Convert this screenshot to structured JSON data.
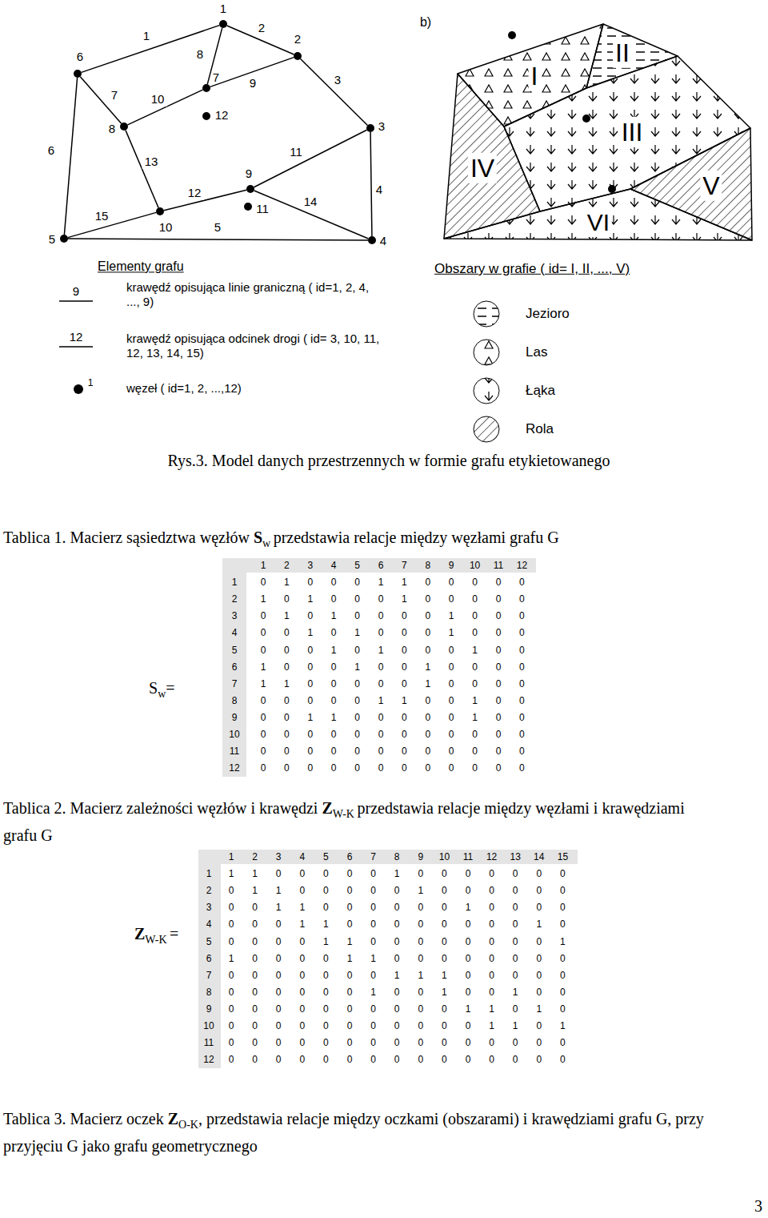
{
  "diagram": {
    "caption": "Rys.3. Model danych przestrzennych w formie grafu etykietowanego",
    "nodes": [
      {
        "text": [
          "1"
        ]
      },
      {
        "text": [
          "2"
        ]
      },
      {
        "text": [
          "3"
        ]
      },
      {
        "text": [
          "4"
        ]
      },
      {
        "text": [
          "5"
        ]
      },
      {
        "text": [
          "6"
        ]
      },
      {
        "text": [
          "7"
        ]
      },
      {
        "text": [
          "8"
        ]
      },
      {
        "text": [
          "9"
        ]
      },
      {
        "text": [
          "10"
        ]
      },
      {
        "text": [
          "11"
        ]
      },
      {
        "text": [
          "12"
        ]
      }
    ],
    "edges": [
      {
        "from": 0,
        "to": 5,
        "arrow": "none",
        "label": "1"
      },
      {
        "from": 0,
        "to": 1,
        "arrow": "none",
        "label": "2"
      },
      {
        "from": 1,
        "to": 2,
        "arrow": "none",
        "label": "3"
      },
      {
        "from": 2,
        "to": 3,
        "arrow": "none",
        "label": "4"
      },
      {
        "from": 3,
        "to": 4,
        "arrow": "none",
        "label": "5"
      },
      {
        "from": 4,
        "to": 5,
        "arrow": "none",
        "label": "6"
      },
      {
        "from": 5,
        "to": 7,
        "arrow": "none",
        "label": "7"
      },
      {
        "from": 0,
        "to": 6,
        "arrow": "none",
        "label": "8"
      },
      {
        "from": 1,
        "to": 6,
        "arrow": "none",
        "label": "9"
      },
      {
        "from": 6,
        "to": 7,
        "arrow": "none",
        "label": "10"
      },
      {
        "from": 2,
        "to": 8,
        "arrow": "none",
        "label": "11"
      },
      {
        "from": 8,
        "to": 9,
        "arrow": "none",
        "label": "12"
      },
      {
        "from": 7,
        "to": 9,
        "arrow": "none",
        "label": "13"
      },
      {
        "from": 3,
        "to": 8,
        "arrow": "none",
        "label": "14"
      },
      {
        "from": 4,
        "to": 9,
        "arrow": "none",
        "label": "15"
      }
    ],
    "labels": [
      "b)",
      "I",
      "II",
      "III",
      "IV",
      "V",
      "VI",
      "Elementy grafu",
      "9",
      "12",
      "1",
      "Obszary w grafie ( id= I, II, ..., V)",
      "Tablica 1. Macierz sąsiedztwa węzłów",
      "S",
      "w",
      "przedstawia relacje między węzłami grafu G",
      "S",
      "w",
      "=",
      "Tablica 2. Macierz zależności węzłów i krawędzi",
      "Z",
      "W-K",
      "przedstawia relacje między węzłami i krawędziami grafu G",
      "Z",
      "W-K",
      "=",
      "Tablica 3. Macierz oczek",
      "Z",
      "O-K",
      ", przedstawia relacje między oczkami (obszarami) i krawędziami grafu G, przy przyjęciu G jako grafu geometrycznego",
      "3",
      "1",
      "2",
      "3",
      "4",
      "5",
      "6",
      "7",
      "8",
      "9",
      "10",
      "11",
      "12",
      "1",
      "0",
      "1",
      "0",
      "0",
      "0",
      "1",
      "1",
      "0",
      "0",
      "0",
      "0",
      "0",
      "2",
      "1",
      "0",
      "1",
      "0",
      "0",
      "0",
      "1",
      "0",
      "0",
      "0",
      "0",
      "0",
      "3",
      "0",
      "1",
      "0",
      "1",
      "0",
      "0",
      "0",
      "0",
      "1",
      "0",
      "0",
      "0",
      "4",
      "0",
      "0",
      "1",
      "0",
      "1",
      "0",
      "0",
      "0",
      "1",
      "0",
      "0",
      "0",
      "5",
      "0",
      "0",
      "0",
      "1",
      "0",
      "1",
      "0",
      "0",
      "0",
      "1",
      "0",
      "0",
      "6",
      "1",
      "0",
      "0",
      "0",
      "1",
      "0",
      "0",
      "1",
      "0",
      "0",
      "0",
      "0",
      "7",
      "1",
      "1",
      "0",
      "0",
      "0",
      "0",
      "0",
      "1",
      "0",
      "0",
      "0",
      "0",
      "8",
      "0",
      "0",
      "0",
      "0",
      "0",
      "1",
      "1",
      "0",
      "0",
      "1",
      "0",
      "0",
      "9",
      "0",
      "0",
      "1",
      "1",
      "0",
      "0",
      "0",
      "0",
      "0",
      "1",
      "0",
      "0",
      "10",
      "0",
      "0",
      "0",
      "0",
      "0",
      "0",
      "0",
      "0",
      "0",
      "0",
      "0",
      "0",
      "11",
      "0",
      "0",
      "0",
      "0",
      "0",
      "0",
      "0",
      "0",
      "0",
      "0",
      "0",
      "0",
      "12",
      "0",
      "0",
      "0",
      "0",
      "0",
      "0",
      "0",
      "0",
      "0",
      "0",
      "0",
      "0",
      "1",
      "2",
      "3",
      "4",
      "5",
      "6",
      "7",
      "8",
      "9",
      "10",
      "11",
      "12",
      "13",
      "14",
      "15",
      "1",
      "1",
      "1",
      "0",
      "0",
      "0",
      "0",
      "0",
      "1",
      "0",
      "0",
      "0",
      "0",
      "0",
      "0",
      "0",
      "2",
      "0",
      "1",
      "1",
      "0",
      "0",
      "0",
      "0",
      "0",
      "1",
      "0",
      "0",
      "0",
      "0",
      "0",
      "0",
      "3",
      "0",
      "0",
      "1",
      "1",
      "0",
      "0",
      "0",
      "0",
      "0",
      "0",
      "1",
      "0",
      "0",
      "0",
      "0",
      "4",
      "0",
      "0",
      "0",
      "1",
      "1",
      "0",
      "0",
      "0",
      "0",
      "0",
      "0",
      "0",
      "0",
      "1",
      "0",
      "5",
      "0",
      "0",
      "0",
      "0",
      "1",
      "1",
      "0",
      "0",
      "0",
      "0",
      "0",
      "0",
      "0",
      "0",
      "1",
      "6",
      "1",
      "0",
      "0",
      "0",
      "0",
      "1",
      "1",
      "0",
      "0",
      "0",
      "0",
      "0",
      "0",
      "0",
      "0",
      "7",
      "0",
      "0",
      "0",
      "0",
      "0",
      "0",
      "0",
      "1",
      "1",
      "1",
      "0",
      "0",
      "0",
      "0",
      "0",
      "8",
      "0",
      "0",
      "0",
      "0",
      "0",
      "0",
      "1",
      "0",
      "0",
      "1",
      "0",
      "0",
      "1",
      "0",
      "0",
      "9",
      "0",
      "0",
      "0",
      "0",
      "0",
      "0",
      "0",
      "0",
      "0",
      "0",
      "1",
      "1",
      "0",
      "1",
      "0",
      "10",
      "0",
      "0",
      "0",
      "0",
      "0",
      "0",
      "0",
      "0",
      "0",
      "0",
      "0",
      "1",
      "1",
      "0",
      "1",
      "11",
      "0",
      "0",
      "0",
      "0",
      "0",
      "0",
      "0",
      "0",
      "0",
      "0",
      "0",
      "0",
      "0",
      "0",
      "0",
      "12",
      "0",
      "0",
      "0",
      "0",
      "0",
      "0",
      "0",
      "0",
      "0",
      "0",
      "0",
      "0",
      "0",
      "0",
      "0"
    ],
    "legend": [
      {
        "text": "krawędź opisująca linie graniczną ( id=1, 2, 4, ..., 9)"
      },
      {
        "text": "krawędź opisująca odcinek drogi ( id= 3, 10, 11, 12, 13, 14, 15)"
      },
      {
        "text": "węzeł ( id=1, 2, ...,12)"
      },
      {
        "text": "Jezioro"
      },
      {
        "text": "Las"
      },
      {
        "text": "Łąka"
      },
      {
        "text": "Rola"
      }
    ]
  }
}
